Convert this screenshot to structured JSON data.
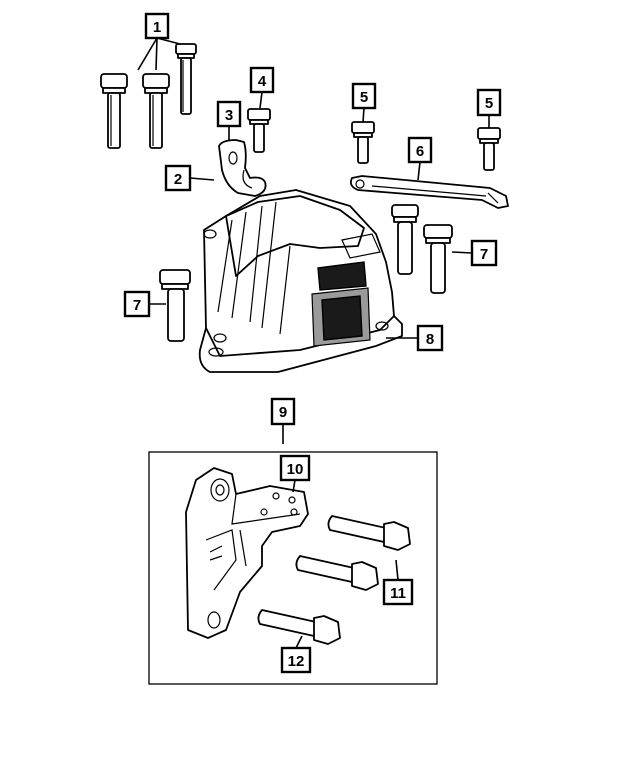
{
  "callouts": [
    {
      "id": "c1",
      "label": "1"
    },
    {
      "id": "c2",
      "label": "2"
    },
    {
      "id": "c3",
      "label": "3"
    },
    {
      "id": "c4",
      "label": "4"
    },
    {
      "id": "c5a",
      "label": "5"
    },
    {
      "id": "c5b",
      "label": "5"
    },
    {
      "id": "c6",
      "label": "6"
    },
    {
      "id": "c7a",
      "label": "7"
    },
    {
      "id": "c7b",
      "label": "7"
    },
    {
      "id": "c8",
      "label": "8"
    },
    {
      "id": "c9",
      "label": "9"
    },
    {
      "id": "c10",
      "label": "10"
    },
    {
      "id": "c11",
      "label": "11"
    },
    {
      "id": "c12",
      "label": "12"
    }
  ]
}
